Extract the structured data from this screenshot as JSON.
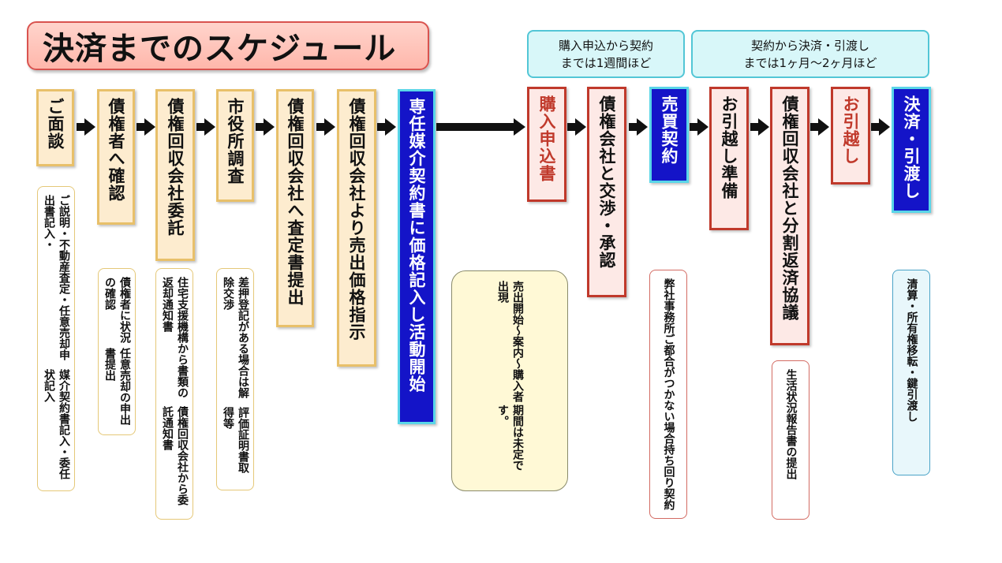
{
  "title": "決済までのスケジュール",
  "headers": [
    {
      "line1": "購入申込から契約",
      "line2": "までは1週間ほど"
    },
    {
      "line1": "契約から決済・引渡し",
      "line2": "までは1ヶ月～2ヶ月ほど"
    }
  ],
  "steps": [
    "ご面談",
    "債権者へ確認",
    "債権回収会社委託",
    "市役所調査",
    "債権回収会社へ査定書提出",
    "債権回収会社より売出価格指示",
    "専任媒介契約書に価格記入し活動開始",
    "購入申込書",
    "債権会社と交渉・承認",
    "売買契約",
    "お引越し準備",
    "債権回収会社と分割返済協議",
    "お引越し",
    "決済・引渡し"
  ],
  "notes": {
    "meeting": [
      "ご説明・不動産査定・任意売却申出書記入・",
      "媒介契約書記入・委任状記入"
    ],
    "creditor": [
      "債権者に状況の確認",
      "任意売却の申出書提出"
    ],
    "agency": [
      "住宅支援機構から書類の返却通知書",
      "債権回収会社から委託通知書"
    ],
    "cityhall": [
      "差押登記がある場合は解除交渉",
      "評価証明書取得等"
    ],
    "activity": [
      "売出開始～案内～購入者出現",
      "期間は未定です。"
    ],
    "negotiation": [
      "弊社事務所",
      "ご都合がつかない場合持ち回り契約"
    ],
    "repayment": [
      "生活状況報告書の提出"
    ],
    "settlement": [
      "清算・所有権移転・鍵引渡し"
    ]
  }
}
